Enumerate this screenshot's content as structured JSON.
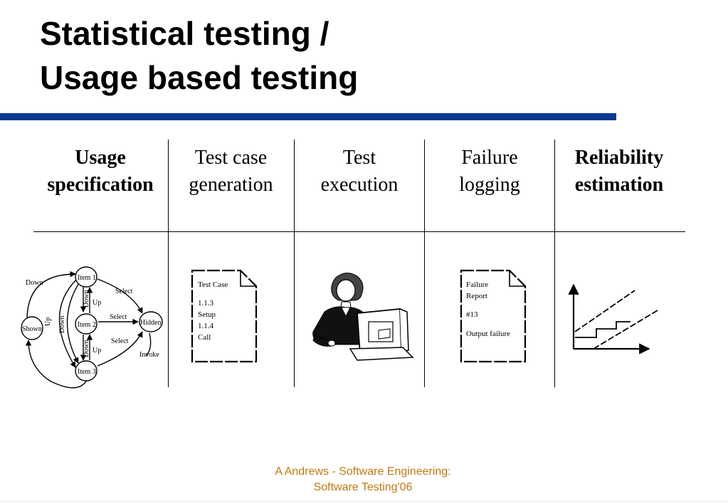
{
  "slide": {
    "title_line1": "Statistical testing /",
    "title_line2": "Usage based testing",
    "accent_color": "#0a3a8f",
    "footer_line1": "A Andrews - Software Engineering:",
    "footer_line2": "Software Testing'06",
    "footer_color": "#c07a10"
  },
  "columns": [
    {
      "line1": "Usage",
      "line2": "specification",
      "bold": true
    },
    {
      "line1": "Test case",
      "line2": "generation",
      "bold": false
    },
    {
      "line1": "Test",
      "line2": "execution",
      "bold": false
    },
    {
      "line1": "Failure",
      "line2": "logging",
      "bold": false
    },
    {
      "line1": "Reliability",
      "line2": "estimation",
      "bold": true
    }
  ],
  "usage_model": {
    "states": {
      "item1": "Item 1",
      "item2": "Item 2",
      "item3": "Item 3",
      "shown": "Shown",
      "hidden": "Hidden"
    },
    "edges": {
      "down_outer": "Down",
      "up_left": "Up",
      "down_left": "Down",
      "down_1_2": "Down",
      "up_2_1": "Up",
      "down_2_3": "Down",
      "up_3_2": "Up",
      "select_1": "Select",
      "select_2": "Select",
      "select_3": "Select",
      "invoke": "Invoke"
    }
  },
  "test_case_doc": {
    "heading": "Test Case",
    "lines": [
      "1.1.3",
      "Setup",
      "1.1.4",
      "Call"
    ]
  },
  "failure_report_doc": {
    "heading_line1": "Failure",
    "heading_line2": "Report",
    "id": "#13",
    "summary": "Output failure"
  },
  "icons": {
    "tester": "person-at-computer-icon",
    "reliability": "reliability-growth-chart-icon"
  }
}
